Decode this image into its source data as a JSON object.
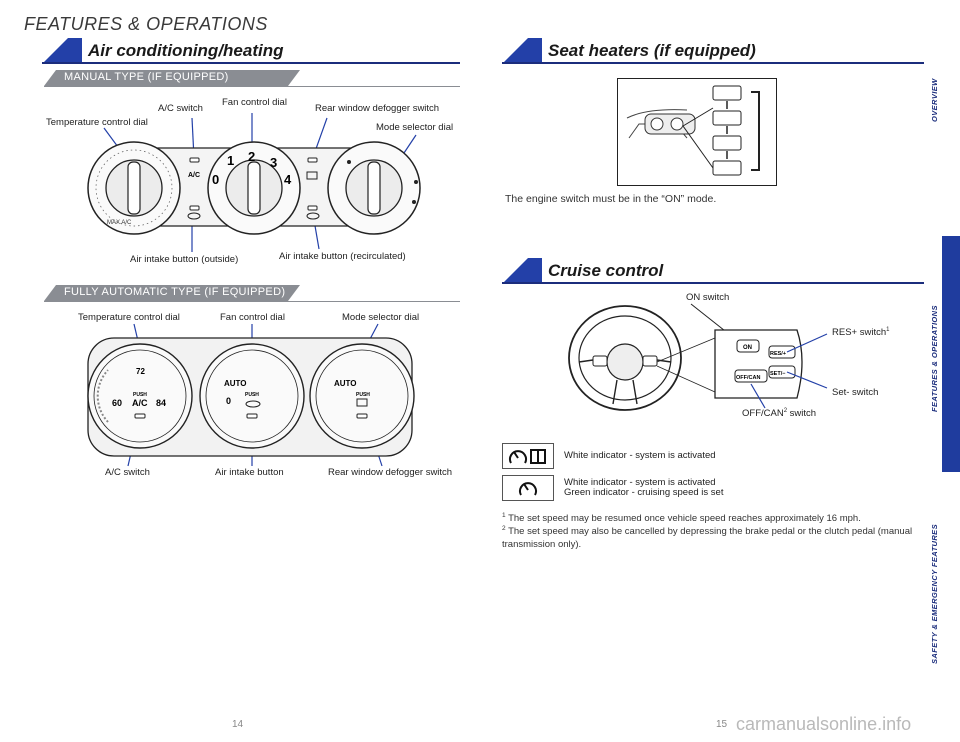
{
  "header": {
    "category": "FEATURES & OPERATIONS"
  },
  "left": {
    "section_title": "Air conditioning/heating",
    "manual": {
      "subtitle": "MANUAL TYPE (IF EQUIPPED)",
      "labels": {
        "temp": "Temperature control dial",
        "ac": "A/C switch",
        "fan": "Fan control dial",
        "defog": "Rear window defogger switch",
        "mode": "Mode selector dial",
        "intake_out": "Air intake button (outside)",
        "intake_rec": "Air intake button (recirculated)"
      },
      "panel": {
        "ac_text": "A/C",
        "maxac": "MAX A/C",
        "fan_0": "0",
        "fan_1": "1",
        "fan_2": "2",
        "fan_3": "3",
        "fan_4": "4"
      }
    },
    "auto": {
      "subtitle": "FULLY AUTOMATIC TYPE (IF EQUIPPED)",
      "labels": {
        "temp": "Temperature control dial",
        "fan": "Fan control dial",
        "mode": "Mode selector dial",
        "ac": "A/C switch",
        "intake": "Air intake button",
        "defog": "Rear window defogger switch"
      },
      "panel": {
        "t72": "72",
        "t60": "60",
        "t84": "84",
        "push": "PUSH",
        "ac": "A/C",
        "auto": "AUTO",
        "zero": "0"
      }
    }
  },
  "right": {
    "seat": {
      "title": "Seat heaters (if equipped)",
      "note": "The engine switch must be in the “ON” mode."
    },
    "cruise": {
      "title": "Cruise control",
      "labels": {
        "on": "ON switch",
        "res_prefix": "RES+ switch",
        "res_sup": "1",
        "set": "Set- switch",
        "offcan_prefix": "OFF/CAN",
        "offcan_sup": "2",
        "offcan_suffix": " switch"
      },
      "switch_text": {
        "on": "ON",
        "res": "RES/+",
        "offcan": "OFF/CAN",
        "set": "SET/−"
      },
      "indicators": [
        {
          "line1": "White indicator - system is activated",
          "line2": ""
        },
        {
          "line1": "White indicator - system is activated",
          "line2": "Green indicator - cruising speed is set"
        }
      ],
      "footnotes": [
        {
          "sup": "1",
          "text": " The set speed may be resumed once vehicle speed reaches approximately 16 mph."
        },
        {
          "sup": "2",
          "text": " The set speed may also be cancelled by depressing the brake pedal or the clutch pedal (manual transmission only)."
        }
      ]
    }
  },
  "sidebar": {
    "tabs": [
      "OVERVIEW",
      "FEATURES & OPERATIONS",
      "SAFETY & EMERGENCY FEATURES"
    ]
  },
  "footer": {
    "page_left": "14",
    "page_right": "15",
    "watermark": "carmanualsonline.info"
  },
  "colors": {
    "accent": "#2340a8",
    "grey": "#8a8d93"
  }
}
